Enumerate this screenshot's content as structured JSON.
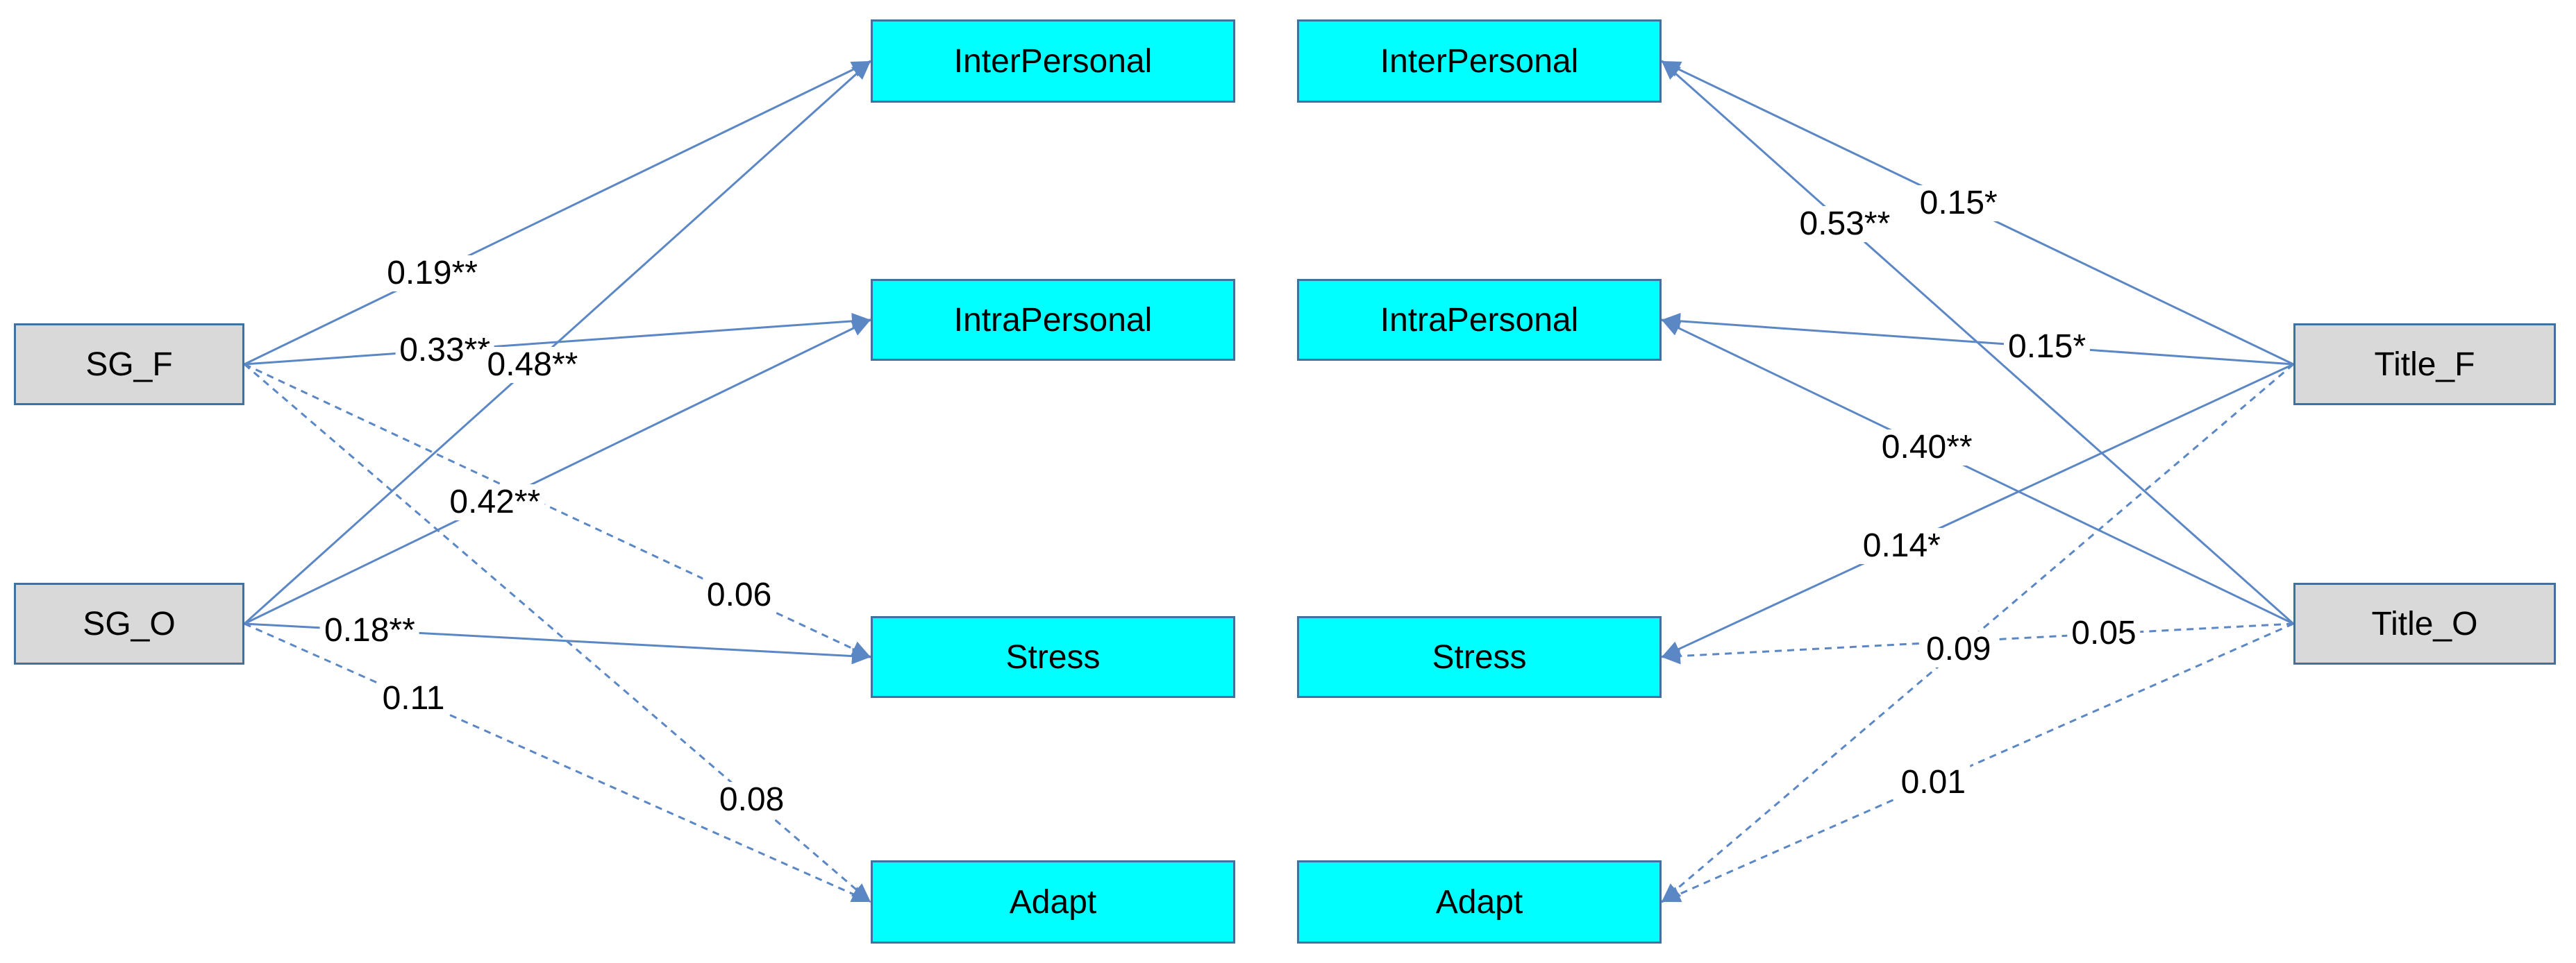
{
  "colors": {
    "edge": "#5b87c5",
    "source_fill": "#d9d9d9",
    "target_fill": "#00ffff",
    "border": "#41719c"
  },
  "nodes": {
    "sg_f": "SG_F",
    "sg_o": "SG_O",
    "title_f": "Title_F",
    "title_o": "Title_O",
    "left_inter": "InterPersonal",
    "left_intra": "IntraPersonal",
    "left_stress": "Stress",
    "left_adapt": "Adapt",
    "right_inter": "InterPersonal",
    "right_intra": "IntraPersonal",
    "right_stress": "Stress",
    "right_adapt": "Adapt"
  },
  "edges": [
    {
      "from": "sg_f",
      "to": "left_inter",
      "label": "0.19**",
      "style": "solid"
    },
    {
      "from": "sg_f",
      "to": "left_intra",
      "label": "0.33**",
      "style": "solid"
    },
    {
      "from": "sg_f",
      "to": "left_stress",
      "label": "0.06",
      "style": "dashed"
    },
    {
      "from": "sg_f",
      "to": "left_adapt",
      "label": "0.08",
      "style": "dashed"
    },
    {
      "from": "sg_o",
      "to": "left_inter",
      "label": "0.48**",
      "style": "solid"
    },
    {
      "from": "sg_o",
      "to": "left_intra",
      "label": "0.42**",
      "style": "solid"
    },
    {
      "from": "sg_o",
      "to": "left_stress",
      "label": "0.18**",
      "style": "solid"
    },
    {
      "from": "sg_o",
      "to": "left_adapt",
      "label": "0.11",
      "style": "dashed"
    },
    {
      "from": "title_f",
      "to": "right_inter",
      "label": "0.15*",
      "style": "solid"
    },
    {
      "from": "title_f",
      "to": "right_intra",
      "label": "0.15*",
      "style": "solid"
    },
    {
      "from": "title_f",
      "to": "right_stress",
      "label": "0.14*",
      "style": "solid"
    },
    {
      "from": "title_f",
      "to": "right_adapt",
      "label": "0.09",
      "style": "dashed"
    },
    {
      "from": "title_o",
      "to": "right_inter",
      "label": "0.53**",
      "style": "solid"
    },
    {
      "from": "title_o",
      "to": "right_intra",
      "label": "0.40**",
      "style": "solid"
    },
    {
      "from": "title_o",
      "to": "right_stress",
      "label": "0.05",
      "style": "dashed"
    },
    {
      "from": "title_o",
      "to": "right_adapt",
      "label": "0.01",
      "style": "dashed"
    }
  ]
}
